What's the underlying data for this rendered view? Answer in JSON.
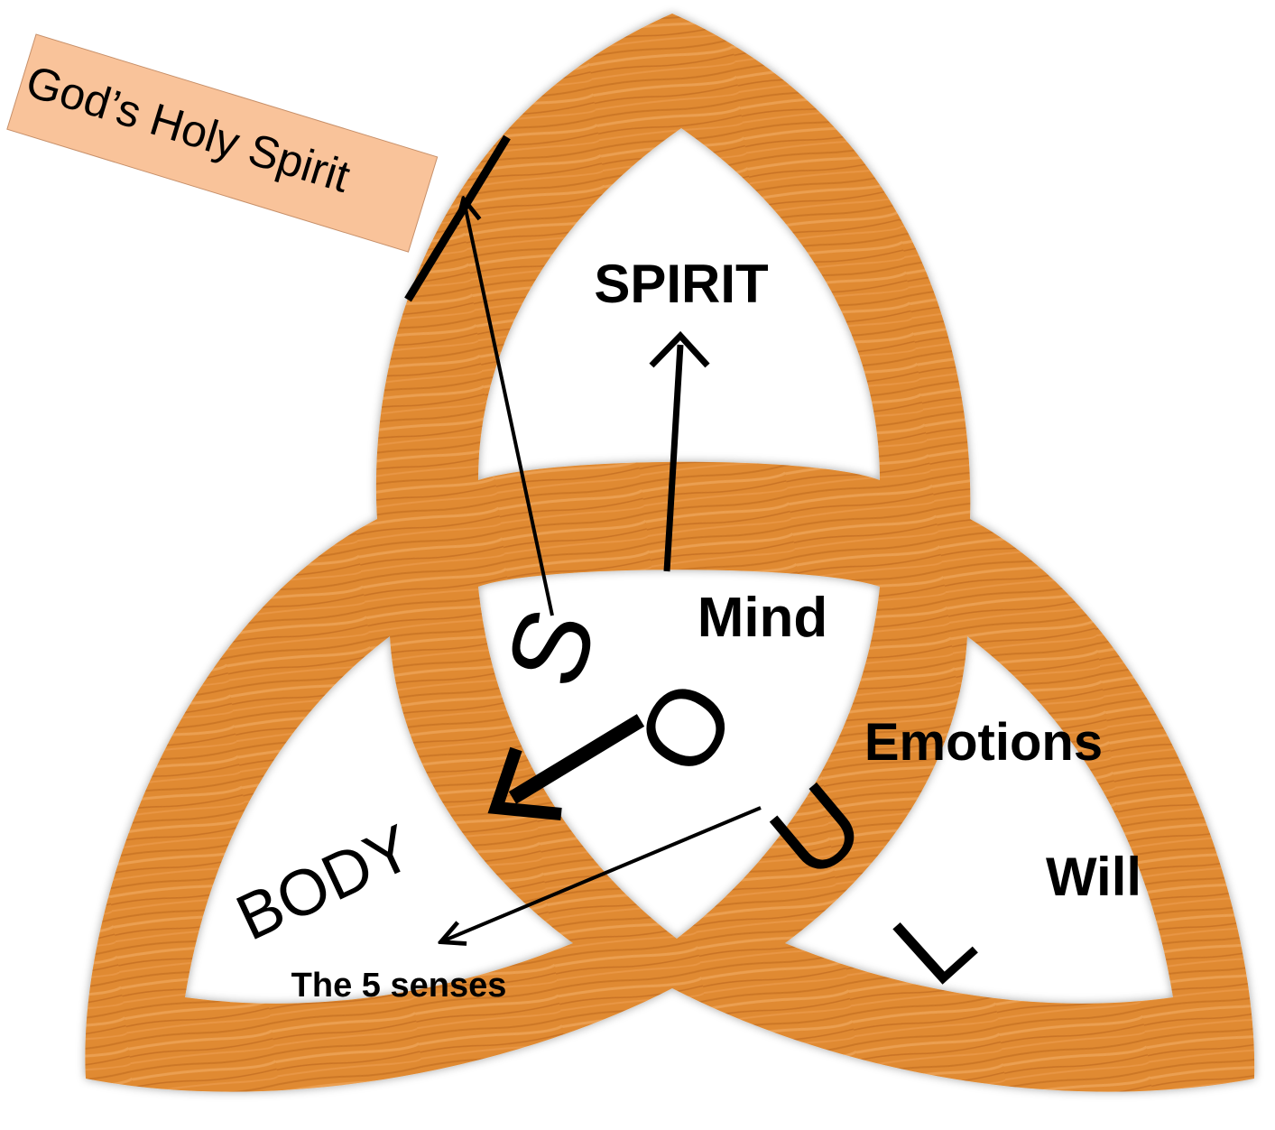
{
  "colors": {
    "wood": "#E08A32",
    "wood_light": "#EDA45A",
    "wood_dark": "#B9641C",
    "label_box": "#F9C39A",
    "ink": "#000000"
  },
  "labels": {
    "holy_spirit": "God’s Holy Spirit",
    "spirit": "SPIRIT",
    "body": "BODY",
    "senses": "The 5 senses",
    "mind": "Mind",
    "emotions": "Emotions",
    "will": "Will"
  },
  "soul_letters": [
    "S",
    "O",
    "U",
    "L"
  ]
}
